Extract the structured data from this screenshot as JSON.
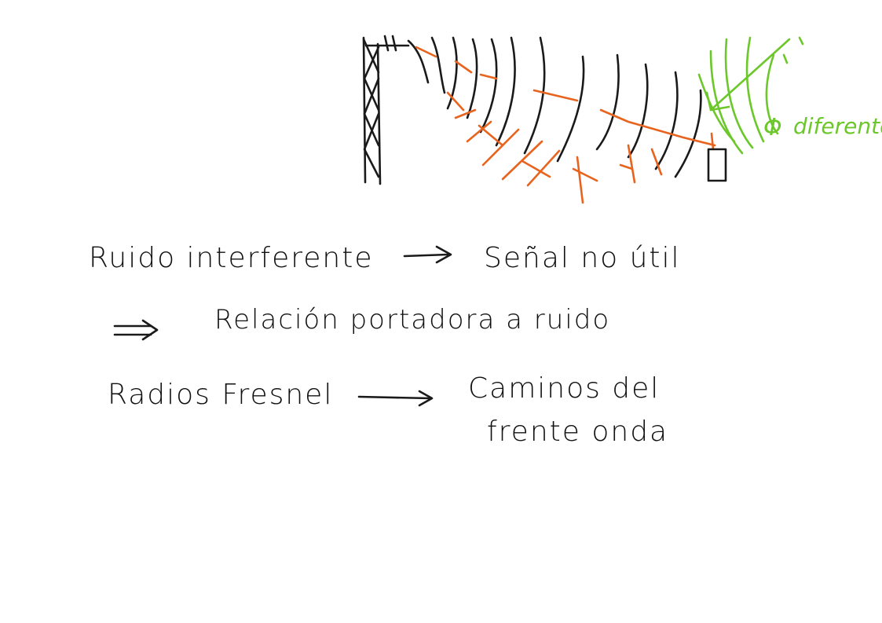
{
  "note": {
    "phi_symbol": "Φ",
    "phi_label": "diferente",
    "line1": {
      "left": "Ruido interferente",
      "right": "Señal no útil"
    },
    "line2": {
      "text": "Relación portadora a ruido"
    },
    "line3": {
      "left": "Radios Fresnel",
      "right_line1": "Caminos del",
      "right_line2": "frente onda"
    }
  },
  "colors": {
    "black_ink": "#1a1a1a",
    "orange_ink": "#e8641e",
    "green_ink": "#6cc72a"
  }
}
